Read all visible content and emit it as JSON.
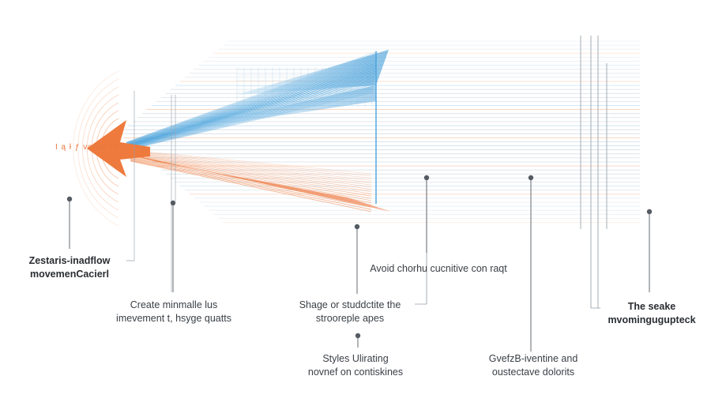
{
  "diagram": {
    "arrow_label": "I ą ł ƒ  vođat tir",
    "callouts": [
      {
        "id": "c1",
        "lines": [
          "Zestaris-inadflow",
          "movemenCacierl"
        ],
        "bold": true
      },
      {
        "id": "c2",
        "lines": [
          "Create minmalle lus",
          "imevement t, hsyge quatts"
        ],
        "bold": false
      },
      {
        "id": "c3",
        "lines": [
          "Shage or studdctite the",
          "strooreple apes"
        ],
        "bold": false
      },
      {
        "id": "c4",
        "lines": [
          "Styles Ulirating",
          "novnef on contiskines"
        ],
        "bold": false
      },
      {
        "id": "c5",
        "lines": [
          "Avoid chorhu cucnitive con raqt"
        ],
        "bold": false
      },
      {
        "id": "c6",
        "lines": [
          "GvefzB-iventine and",
          "oustectave dolorits"
        ],
        "bold": false
      },
      {
        "id": "c7",
        "lines": [
          "The seake",
          "mvomingugupteck"
        ],
        "bold": true
      }
    ],
    "colors": {
      "orange": "#ee7a3d",
      "blue": "#4aa3dc",
      "gray": "#9aa3ad",
      "dark": "#555b62"
    }
  }
}
